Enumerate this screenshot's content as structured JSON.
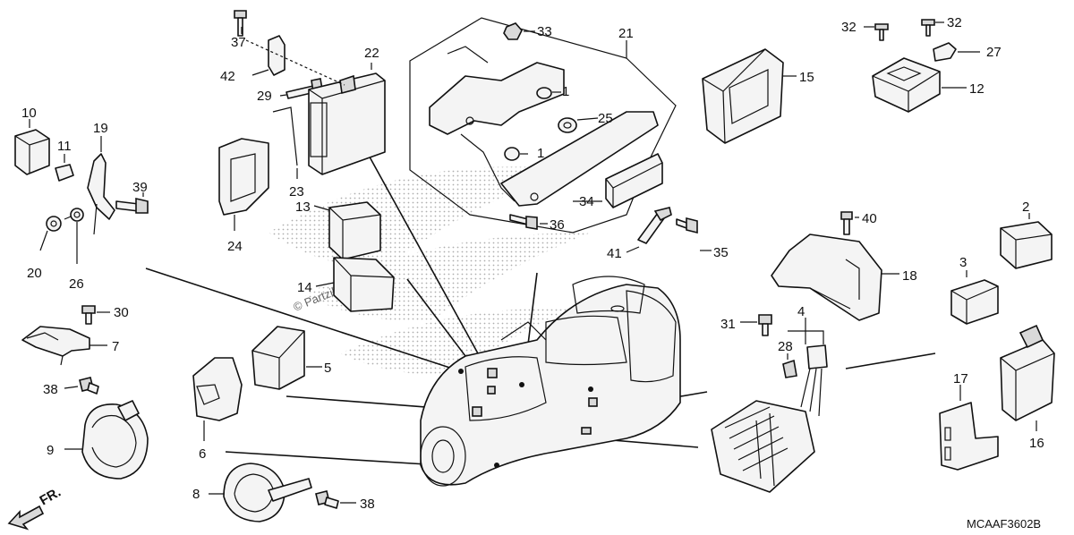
{
  "diagram": {
    "code": "MCAAF3602B",
    "watermark": "© Partzilla.com",
    "direction_label": "FR.",
    "callouts": {
      "c1a": "1",
      "c1b": "1",
      "c2": "2",
      "c3": "3",
      "c4": "4",
      "c5": "5",
      "c6": "6",
      "c7": "7",
      "c8": "8",
      "c9": "9",
      "c10": "10",
      "c11": "11",
      "c12": "12",
      "c13": "13",
      "c14": "14",
      "c15": "15",
      "c16": "16",
      "c17": "17",
      "c18": "18",
      "c19": "19",
      "c20": "20",
      "c21": "21",
      "c22": "22",
      "c23": "23",
      "c24": "24",
      "c25": "25",
      "c26": "26",
      "c27": "27",
      "c28": "28",
      "c29": "29",
      "c30": "30",
      "c31": "31",
      "c32a": "32",
      "c32b": "32",
      "c33": "33",
      "c34": "34",
      "c35": "35",
      "c36": "36",
      "c37": "37",
      "c38a": "38",
      "c38b": "38",
      "c39": "39",
      "c40": "40",
      "c41": "41",
      "c42": "42"
    }
  }
}
